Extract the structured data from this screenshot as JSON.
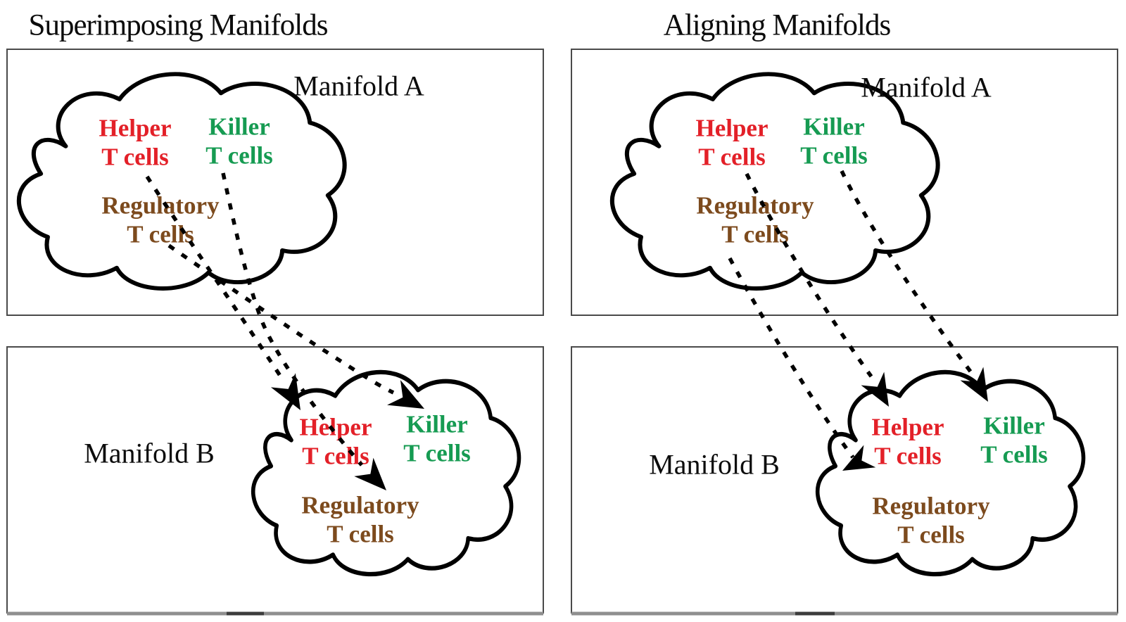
{
  "panels": {
    "superimposing": {
      "title": "Superimposing Manifolds",
      "manifold_a_label": "Manifold A",
      "manifold_b_label": "Manifold B"
    },
    "aligning": {
      "title": "Aligning Manifolds",
      "manifold_a_label": "Manifold A",
      "manifold_b_label": "Manifold B"
    }
  },
  "cell_types": {
    "helper": "Helper\nT cells",
    "killer": "Killer\nT cells",
    "regulatory": "Regulatory\nT cells"
  },
  "colors": {
    "helper_text": "#e32028",
    "killer_text": "#169b52",
    "regulatory_text": "#7c4a1d",
    "manifold_text": "#0c0c0c",
    "connector": "#000000",
    "box_border": "#4a4a4a"
  },
  "correspondences": {
    "superimposing": [
      {
        "from": "Helper T cells (Manifold A)",
        "to": "Helper T cells (Manifold B)"
      },
      {
        "from": "Killer T cells (Manifold A)",
        "to": "Regulatory T cells (Manifold B)"
      },
      {
        "from": "Regulatory T cells (Manifold A)",
        "to": "Killer T cells (Manifold B)"
      }
    ],
    "aligning": [
      {
        "from": "Helper T cells (Manifold A)",
        "to": "Helper T cells (Manifold B)"
      },
      {
        "from": "Killer T cells (Manifold A)",
        "to": "Killer T cells (Manifold B)"
      },
      {
        "from": "Regulatory T cells (Manifold A)",
        "to": "Regulatory T cells (Manifold B)"
      }
    ]
  }
}
